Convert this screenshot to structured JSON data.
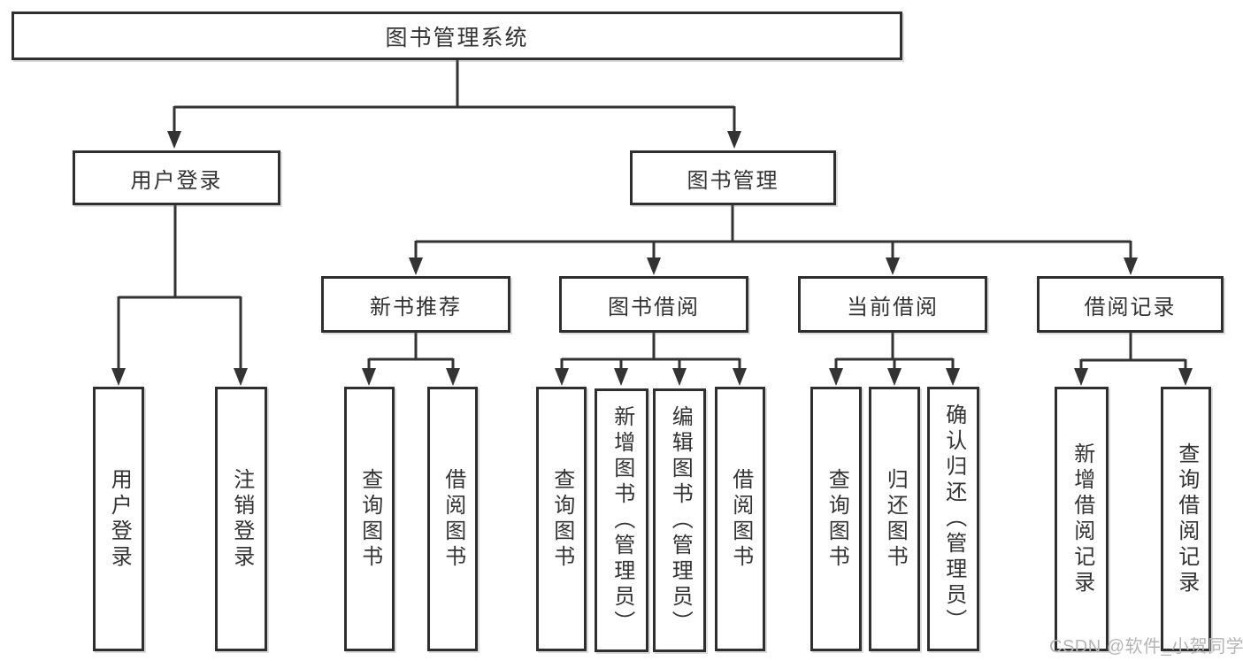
{
  "diagram": {
    "type": "hierarchy-tree",
    "colors": {
      "line": "#333333",
      "box_border": "#2f2f2f",
      "box_fill": "#ffffff",
      "text": "#333333",
      "watermark": "#b5b5b5"
    },
    "nodes": {
      "root": {
        "label": "图书管理系统"
      },
      "level2": [
        {
          "label": "用户登录"
        },
        {
          "label": "图书管理"
        }
      ],
      "level3": [
        {
          "label": "新书推荐"
        },
        {
          "label": "图书借阅"
        },
        {
          "label": "当前借阅"
        },
        {
          "label": "借阅记录"
        }
      ],
      "leaves": {
        "login": [
          {
            "label": "用户登录"
          },
          {
            "label": "注销登录"
          }
        ],
        "recommend": [
          {
            "label": "查询图书"
          },
          {
            "label": "借阅图书"
          }
        ],
        "borrow": [
          {
            "label": "查询图书"
          },
          {
            "label": "新增图书（管理员）"
          },
          {
            "label": "编辑图书（管理员）"
          },
          {
            "label": "借阅图书"
          }
        ],
        "current": [
          {
            "label": "查询图书"
          },
          {
            "label": "归还图书"
          },
          {
            "label": "确认归还（管理员）"
          }
        ],
        "record": [
          {
            "label": "新增借阅记录"
          },
          {
            "label": "查询借阅记录"
          }
        ]
      }
    },
    "watermark": "CSDN @软件_小贺同学"
  }
}
